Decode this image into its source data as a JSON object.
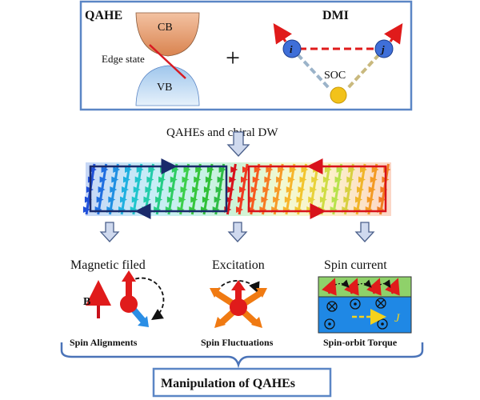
{
  "top_panel": {
    "qahe_title": "QAHE",
    "cb": "CB",
    "vb": "VB",
    "edge_state": "Edge state",
    "plus": "+",
    "dmi_title": "DMI",
    "site_i": "i",
    "site_j": "j",
    "soc": "SOC"
  },
  "middle": {
    "caption": "QAHEs and chiral DW"
  },
  "effects": [
    {
      "heading": "Magnetic filed",
      "field_label": "B",
      "caption": "Spin Alignments"
    },
    {
      "heading": "Excitation",
      "caption": "Spin Fluctuations"
    },
    {
      "heading": "Spin current",
      "current_label": "J",
      "caption": "Spin-orbit Torque"
    }
  ],
  "footer": {
    "title": "Manipulation of QAHEs"
  },
  "colors": {
    "panel_border": "#5b86c5",
    "band": "#e8a27a",
    "band_lower": "#b8d6f0",
    "edge_line": "#d81a22",
    "site": "#3f6fd8",
    "soc_site": "#f2c21a",
    "arrow_red": "#e01b1b",
    "stair_arrow": "#a8b8d8",
    "top_layer": "#8fd16a",
    "bottom_layer": "#1f88e5"
  },
  "icons": [
    "down-arrow-icon",
    "circular-arrow-icon",
    "cross-circle-icon",
    "dot-circle-icon",
    "brace-icon"
  ]
}
